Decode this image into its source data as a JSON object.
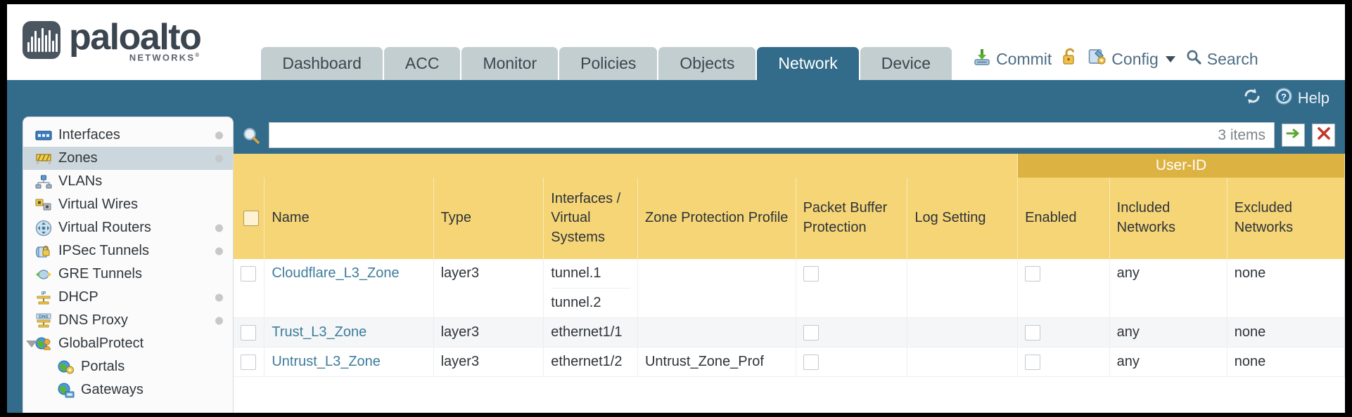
{
  "brand": {
    "name": "paloalto",
    "tagline": "NETWORKS",
    "reg": "®"
  },
  "tabs": [
    {
      "label": "Dashboard",
      "active": false
    },
    {
      "label": "ACC",
      "active": false
    },
    {
      "label": "Monitor",
      "active": false
    },
    {
      "label": "Policies",
      "active": false
    },
    {
      "label": "Objects",
      "active": false
    },
    {
      "label": "Network",
      "active": true
    },
    {
      "label": "Device",
      "active": false
    }
  ],
  "toptools": {
    "commit": "Commit",
    "config": "Config",
    "search": "Search",
    "icons": {
      "commit": "commit-download-icon",
      "lock": "unlocked-padlock-icon",
      "config": "config-wrench-icon",
      "search": "search-magnifier-icon",
      "caret": "chevron-down-icon"
    }
  },
  "bluestrip": {
    "refresh_icon": "refresh-icon",
    "help_label": "Help",
    "help_icon": "help-question-icon"
  },
  "sidebar": {
    "items": [
      {
        "label": "Interfaces",
        "icon": "interfaces-icon",
        "dot": true,
        "selected": false,
        "child": false,
        "twisty": false
      },
      {
        "label": "Zones",
        "icon": "zones-icon",
        "dot": true,
        "selected": true,
        "child": false,
        "twisty": false
      },
      {
        "label": "VLANs",
        "icon": "vlans-icon",
        "dot": false,
        "selected": false,
        "child": false,
        "twisty": false
      },
      {
        "label": "Virtual Wires",
        "icon": "virtual-wires-icon",
        "dot": false,
        "selected": false,
        "child": false,
        "twisty": false
      },
      {
        "label": "Virtual Routers",
        "icon": "virtual-routers-icon",
        "dot": true,
        "selected": false,
        "child": false,
        "twisty": false
      },
      {
        "label": "IPSec Tunnels",
        "icon": "ipsec-tunnels-icon",
        "dot": true,
        "selected": false,
        "child": false,
        "twisty": false
      },
      {
        "label": "GRE Tunnels",
        "icon": "gre-tunnels-icon",
        "dot": false,
        "selected": false,
        "child": false,
        "twisty": false
      },
      {
        "label": "DHCP",
        "icon": "dhcp-icon",
        "dot": true,
        "selected": false,
        "child": false,
        "twisty": false
      },
      {
        "label": "DNS Proxy",
        "icon": "dns-proxy-icon",
        "dot": true,
        "selected": false,
        "child": false,
        "twisty": false
      },
      {
        "label": "GlobalProtect",
        "icon": "globalprotect-icon",
        "dot": false,
        "selected": false,
        "child": false,
        "twisty": true
      },
      {
        "label": "Portals",
        "icon": "portals-icon",
        "dot": false,
        "selected": false,
        "child": true,
        "twisty": false
      },
      {
        "label": "Gateways",
        "icon": "gateways-icon",
        "dot": false,
        "selected": false,
        "child": true,
        "twisty": false
      }
    ]
  },
  "search": {
    "value": "",
    "placeholder": "",
    "items_count": "3 items",
    "apply_icon": "apply-filter-arrow-icon",
    "clear_icon": "clear-filter-x-icon",
    "magnifier_icon": "search-magnifier-icon"
  },
  "table": {
    "group_header": "User-ID",
    "columns": [
      "Name",
      "Type",
      "Interfaces / Virtual Systems",
      "Zone Protection Profile",
      "Packet Buffer Protection",
      "Log Setting",
      "Enabled",
      "Included Networks",
      "Excluded Networks"
    ],
    "rows": [
      {
        "name": "Cloudflare_L3_Zone",
        "type": "layer3",
        "interfaces": [
          "tunnel.1",
          "tunnel.2"
        ],
        "zone_protection_profile": "",
        "packet_buffer_protection": false,
        "log_setting": "",
        "enabled": false,
        "included_networks": "any",
        "excluded_networks": "none"
      },
      {
        "name": "Trust_L3_Zone",
        "type": "layer3",
        "interfaces": [
          "ethernet1/1"
        ],
        "zone_protection_profile": "",
        "packet_buffer_protection": false,
        "log_setting": "",
        "enabled": false,
        "included_networks": "any",
        "excluded_networks": "none"
      },
      {
        "name": "Untrust_L3_Zone",
        "type": "layer3",
        "interfaces": [
          "ethernet1/2"
        ],
        "zone_protection_profile": "Untrust_Zone_Prof",
        "packet_buffer_protection": false,
        "log_setting": "",
        "enabled": false,
        "included_networks": "any",
        "excluded_networks": "none"
      }
    ]
  },
  "colors": {
    "chrome_blue": "#336b8a",
    "header_yellow": "#f5d576",
    "userid_gold": "#dcb343",
    "tab_gray": "#c3ced1",
    "link_blue": "#3d7c9c"
  }
}
